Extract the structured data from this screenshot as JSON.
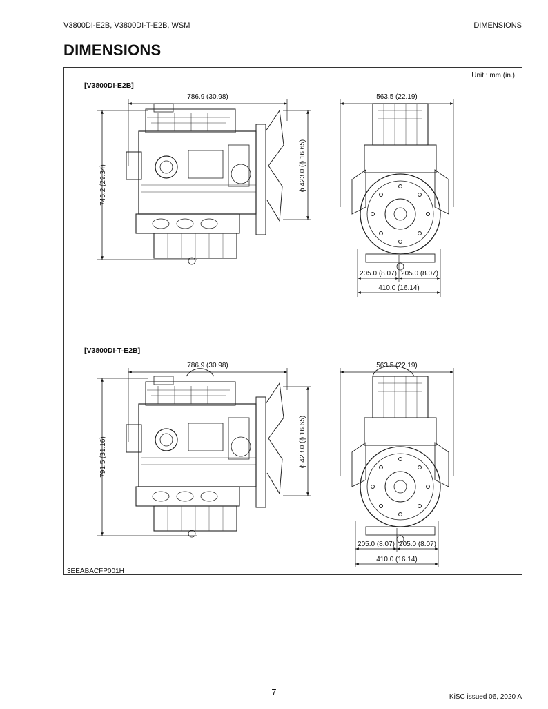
{
  "header": {
    "left": "V3800DI-E2B, V3800DI-T-E2B, WSM",
    "right": "DIMENSIONS"
  },
  "page_title": "DIMENSIONS",
  "figure": {
    "unit": "Unit : mm (in.)",
    "code": "3EEABACFP001H",
    "panels": [
      {
        "model": "[V3800DI-E2B]",
        "side_length": "786.9 (30.98)",
        "side_height": "745.2 (29.34)",
        "fan_diameter": "ϕ 423.0 (ϕ 16.65)",
        "front_width": "563.5 (22.19)",
        "mount_left": "205.0 (8.07)",
        "mount_right": "205.0 (8.07)",
        "mount_total": "410.0 (16.14)"
      },
      {
        "model": "[V3800DI-T-E2B]",
        "side_length": "786.9 (30.98)",
        "side_height": "791.5 (31.16)",
        "fan_diameter": "ϕ 423.0 (ϕ 16.65)",
        "front_width": "563.5 (22.19)",
        "mount_left": "205.0 (8.07)",
        "mount_right": "205.0 (8.07)",
        "mount_total": "410.0 (16.14)"
      }
    ]
  },
  "footer": {
    "page_number": "7",
    "issued": "KiSC issued 06, 2020 A"
  }
}
